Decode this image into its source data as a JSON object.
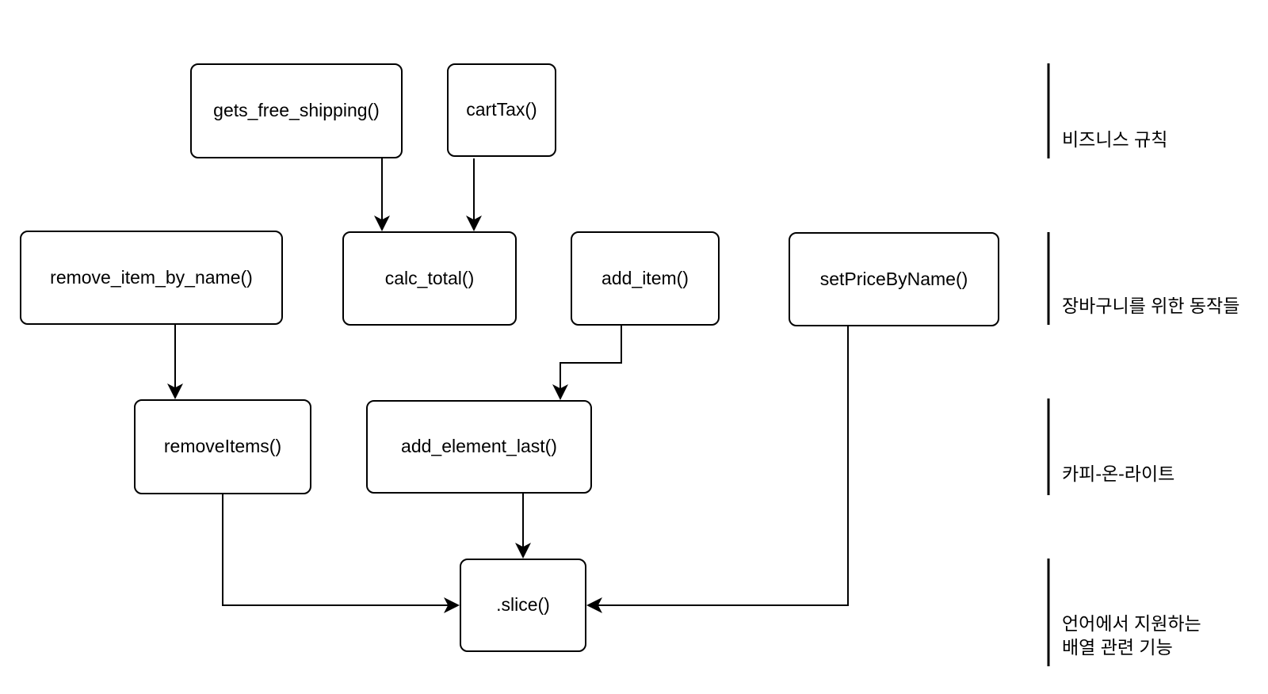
{
  "diagram": {
    "background_color": "#ffffff",
    "stroke_color": "#000000",
    "nodes": [
      {
        "id": "gets_free_shipping",
        "label": "gets_free_shipping()"
      },
      {
        "id": "cartTax",
        "label": "cartTax()"
      },
      {
        "id": "remove_item_by_name",
        "label": "remove_item_by_name()"
      },
      {
        "id": "calc_total",
        "label": "calc_total()"
      },
      {
        "id": "add_item",
        "label": "add_item()"
      },
      {
        "id": "setPriceByName",
        "label": "setPriceByName()"
      },
      {
        "id": "removeItems",
        "label": "removeItems()"
      },
      {
        "id": "add_element_last",
        "label": "add_element_last()"
      },
      {
        "id": "slice",
        "label": ".slice()"
      }
    ],
    "edges": [
      {
        "from": "gets_free_shipping",
        "to": "calc_total"
      },
      {
        "from": "cartTax",
        "to": "calc_total"
      },
      {
        "from": "remove_item_by_name",
        "to": "removeItems"
      },
      {
        "from": "add_item",
        "to": "add_element_last"
      },
      {
        "from": "removeItems",
        "to": "slice"
      },
      {
        "from": "add_element_last",
        "to": "slice"
      },
      {
        "from": "setPriceByName",
        "to": "slice"
      }
    ],
    "sections": [
      {
        "lines": [
          "비즈니스 규칙"
        ]
      },
      {
        "lines": [
          "장바구니를 위한 동작들"
        ]
      },
      {
        "lines": [
          "카피-온-라이트"
        ]
      },
      {
        "lines": [
          "언어에서 지원하는",
          "배열 관련 기능"
        ]
      }
    ]
  }
}
